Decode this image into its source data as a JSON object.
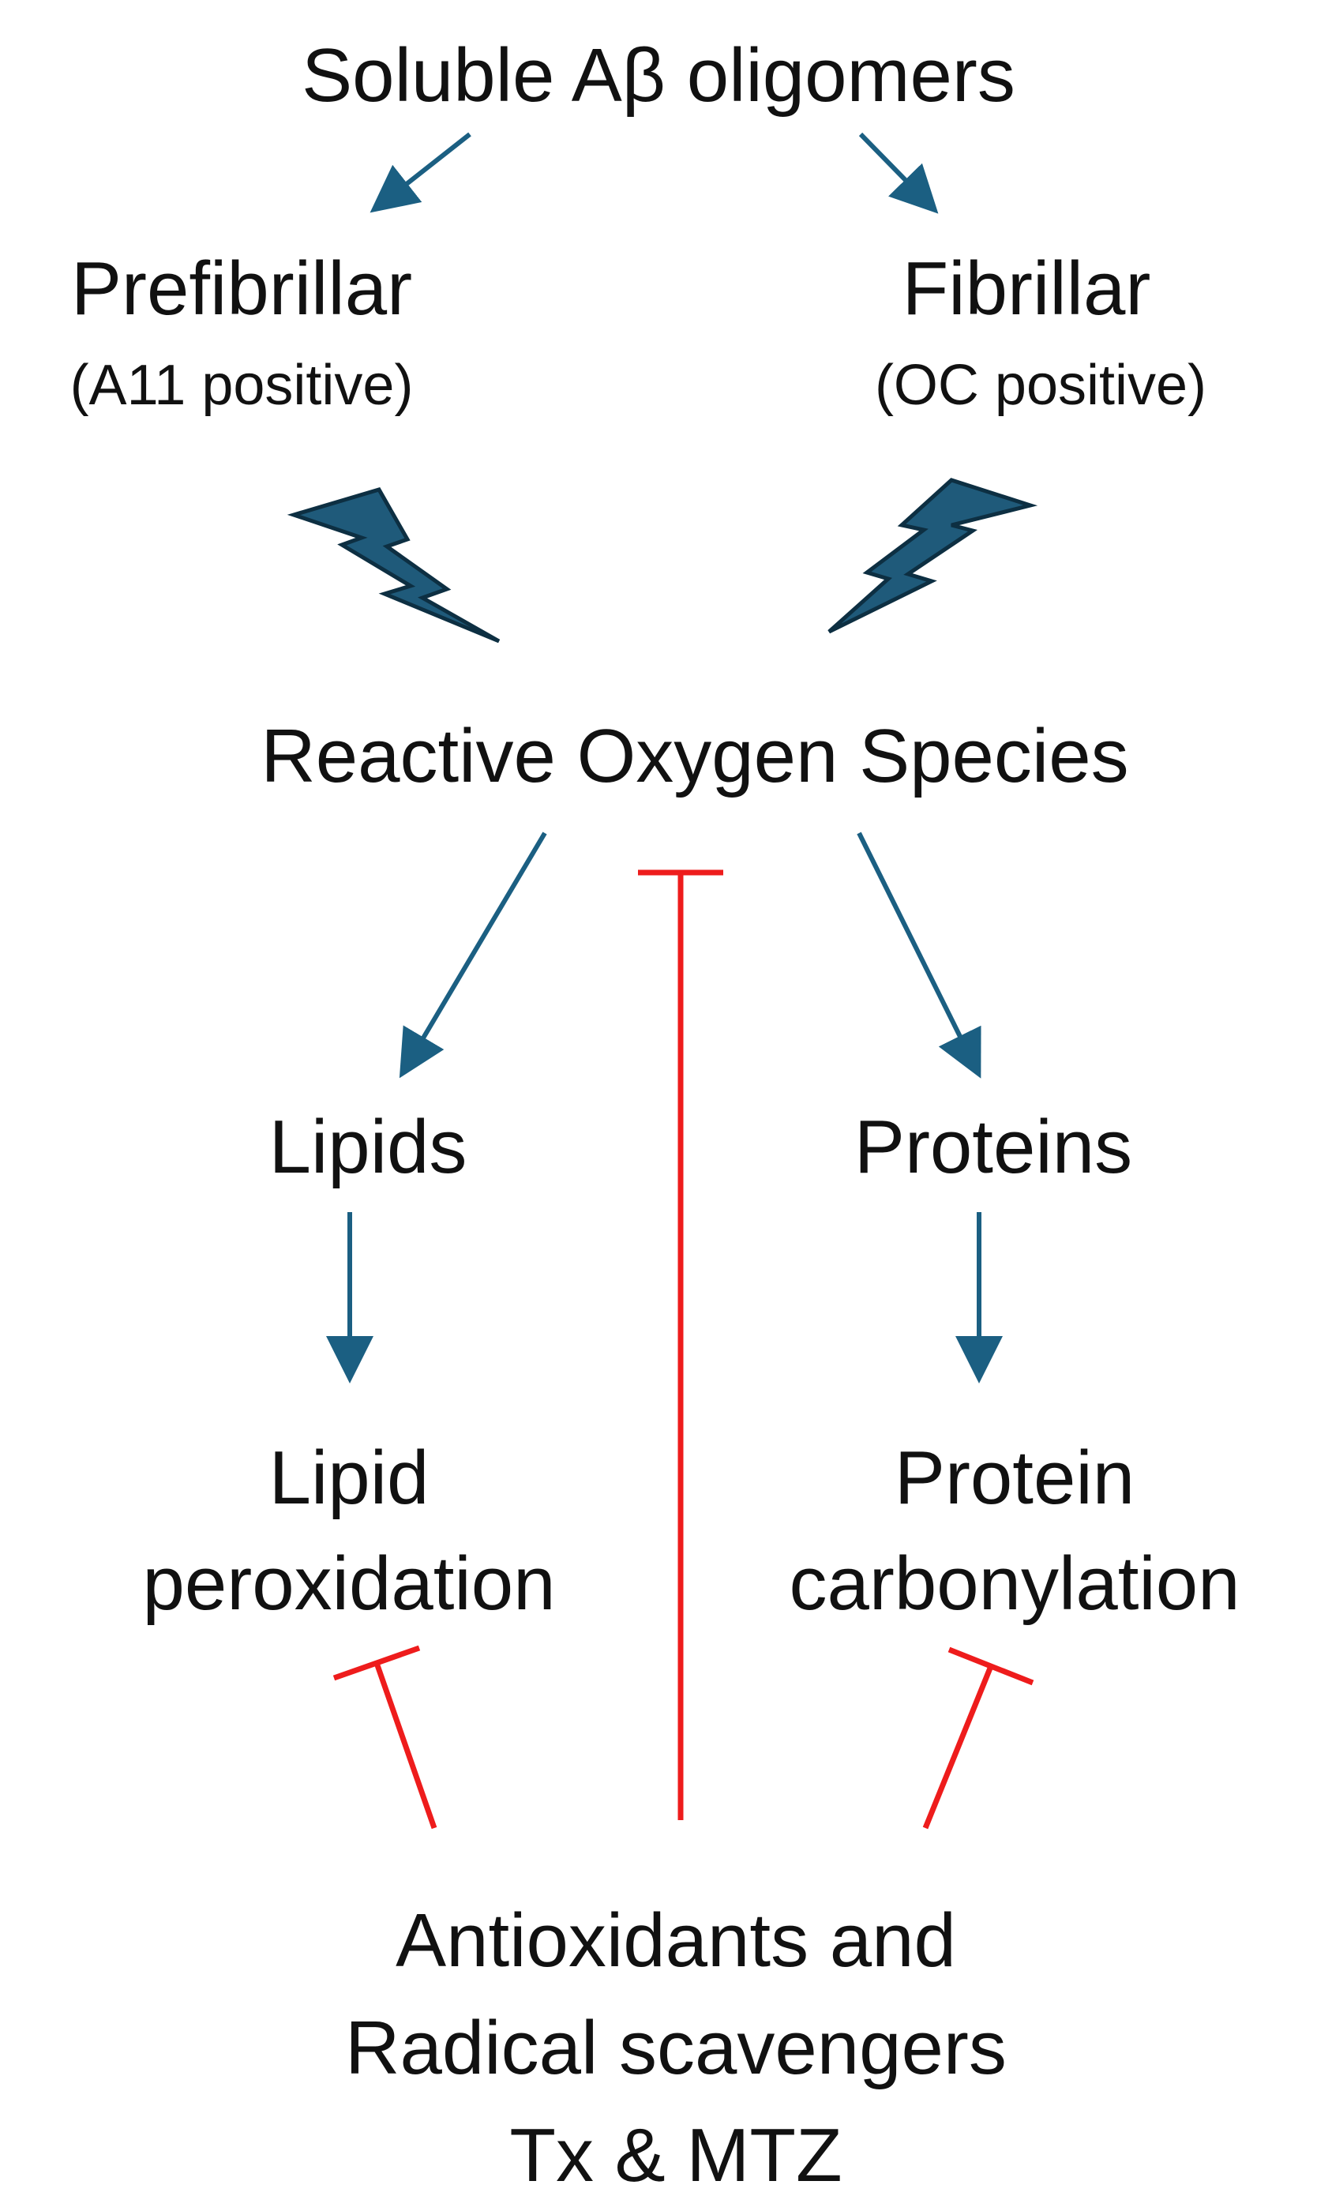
{
  "nodes": {
    "source": "Soluble Aβ oligomers",
    "prefibrillar": "Prefibrillar",
    "prefibrillar_note": "(A11 positive)",
    "fibrillar": "Fibrillar",
    "fibrillar_note": "(OC positive)",
    "ros": "Reactive Oxygen Species",
    "lipids": "Lipids",
    "proteins": "Proteins",
    "lipid_perox_line1": "Lipid",
    "lipid_perox_line2": "peroxidation",
    "protein_carb_line1": "Protein",
    "protein_carb_line2": "carbonylation",
    "treatment_line1": "Antioxidants and",
    "treatment_line2": "Radical scavengers",
    "treatment_line3": "Tx & MTZ"
  },
  "colors": {
    "activation_arrow": "#1b5f82",
    "inhibition": "#ee1c1c",
    "bolt_fill": "#1f5a7a",
    "bolt_outline": "#0d2f42",
    "text": "#111111"
  },
  "icons": {
    "bolt": "lightning-bolt-icon"
  }
}
